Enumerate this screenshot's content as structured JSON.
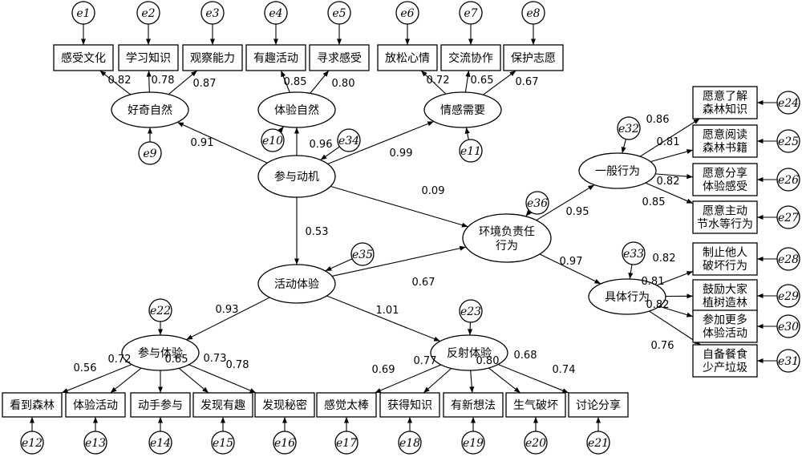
{
  "latent": {
    "canshe_dongji": "参与动机",
    "haoqi_ziran": "好奇自然",
    "tiyan_ziran": "体验自然",
    "qinggan_xuyao": "情感需要",
    "huodong_tiyan": "活动体验",
    "canyu_tiyan": "参与体验",
    "fanshe_tiyan": "反射体验",
    "huanjing": "环境负责任\n行为",
    "yiban_xingwei": "一般行为",
    "juti_xingwei": "具体行为"
  },
  "observed": {
    "ganshou_wenhua": "感受文化",
    "xuexi_zhishi": "学习知识",
    "guancha_nengli": "观察能力",
    "youqu_huodong": "有趣活动",
    "xunqiu_ganshou": "寻求感受",
    "fangsong_xinqing": "放松心情",
    "jiaoliu_xiezuo": "交流协作",
    "baohu_zhiyuan": "保护志愿",
    "y24": "愿意了解\n森林知识",
    "y25": "愿意阅读\n森林书籍",
    "y26": "愿意分享\n体验感受",
    "y27": "愿意主动\n节水等行为",
    "y28": "制止他人\n破坏行为",
    "y29": "鼓励大家\n植树造林",
    "y30": "参加更多\n体验活动",
    "y31": "自备餐食\n少产垃圾",
    "kandao": "看到森林",
    "tiyan_huodong": "体验活动",
    "dongshou": "动手参与",
    "faxian_youqu": "发现有趣",
    "faxian_mimi": "发现秘密",
    "ganjue": "感觉太棒",
    "huode": "获得知识",
    "youxin": "有新想法",
    "shengqi": "生气破坏",
    "taolun": "讨论分享"
  },
  "errors": [
    "e1",
    "e2",
    "e3",
    "e4",
    "e5",
    "e6",
    "e7",
    "e8",
    "e9",
    "e10",
    "e11",
    "e12",
    "e13",
    "e14",
    "e15",
    "e16",
    "e17",
    "e18",
    "e19",
    "e20",
    "e21",
    "e22",
    "e23",
    "e24",
    "e25",
    "e26",
    "e27",
    "e28",
    "e29",
    "e30",
    "e31",
    "e32",
    "e33",
    "e34",
    "e35",
    "e36"
  ],
  "coefficients": {
    "m_hq": "0.91",
    "m_ty": "0.96",
    "m_qg": "0.99",
    "m_hj": "0.09",
    "m_hd": "0.53",
    "hd_hj": "0.67",
    "hd_cy": "0.93",
    "hd_fs": "1.01",
    "hj_yb": "0.95",
    "hj_jt": "0.97",
    "hq1": "0.82",
    "hq2": "0.78",
    "hq3": "0.87",
    "ty1": "0.85",
    "ty2": "0.80",
    "qg1": "0.72",
    "qg2": "0.65",
    "qg3": "0.67",
    "yb1": "0.86",
    "yb2": "0.81",
    "yb3": "0.82",
    "yb4": "0.85",
    "jt1": "0.82",
    "jt2": "0.81",
    "jt3": "0.82",
    "jt4": "0.76",
    "cy1": "0.56",
    "cy2": "0.72",
    "cy3": "0.65",
    "cy4": "0.73",
    "cy5": "0.78",
    "fs1": "0.69",
    "fs2": "0.77",
    "fs3": "0.80",
    "fs4": "0.68",
    "fs5": "0.74"
  }
}
